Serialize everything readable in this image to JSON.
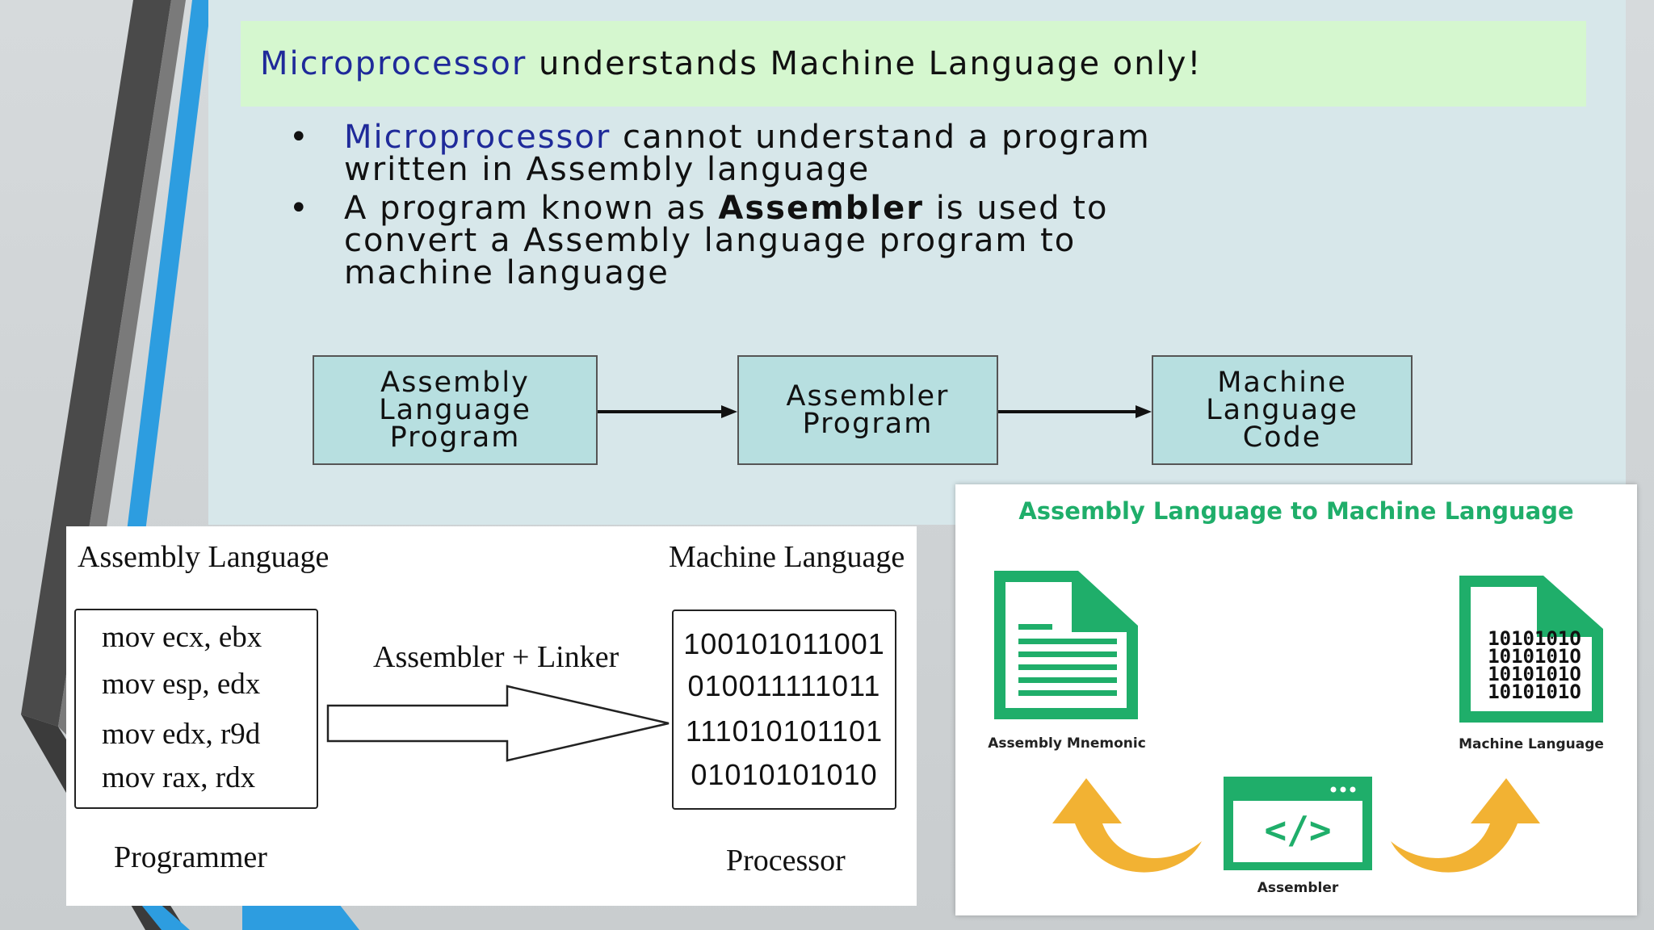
{
  "colors": {
    "slide_bg": "#d7e7ea",
    "headline_bg": "#d5f7cf",
    "highlight_text": "#1f2a9a",
    "flow_box_fill": "#b7dfe0",
    "green_accent": "#1fae6a",
    "orange_arrow": "#f2b233",
    "deco_blue": "#2d9de0",
    "deco_gray": "#4a4a4a"
  },
  "top_slide": {
    "headline": {
      "highlight": "Microprocessor",
      "rest": "understands Machine Language only!"
    },
    "bullets": [
      {
        "highlight": "Microprocessor",
        "line1_rest": "cannot understand a program",
        "line2": "written in Assembly language"
      },
      {
        "text_before_bold": "A program known as",
        "bold": "Assembler",
        "text_after_bold": "is used to",
        "line2": "convert a Assembly language program to",
        "line3": "machine language"
      }
    ],
    "flow": [
      {
        "lines": [
          "Assembly",
          "Language",
          "Program"
        ]
      },
      {
        "lines": [
          "Assembler",
          "Program"
        ]
      },
      {
        "lines": [
          "Machine",
          "Language",
          "Code"
        ]
      }
    ]
  },
  "left_panel": {
    "source_title": "Assembly Language",
    "target_title": "Machine Language",
    "assembly_code": [
      "mov ecx, ebx",
      "mov esp, edx",
      "mov edx, r9d",
      "mov rax, rdx"
    ],
    "arrow_label": "Assembler + Linker",
    "machine_code": [
      "100101011001",
      "010011111011",
      "111010101101",
      "01010101010"
    ],
    "source_caption": "Programmer",
    "target_caption": "Processor"
  },
  "right_panel": {
    "title": "Assembly Language to Machine Language",
    "left_doc_label": "Assembly Mnemonic",
    "right_doc_label": "Machine Language",
    "binary_glyph_rows": [
      "1010101O",
      "1010101O",
      "1010101O",
      "1010101O"
    ],
    "center_label": "Assembler",
    "center_icon_glyph": "</>",
    "icons": [
      "document-icon",
      "binary-document-icon",
      "code-window-icon",
      "curved-arrow-left-icon",
      "curved-arrow-right-icon"
    ]
  }
}
